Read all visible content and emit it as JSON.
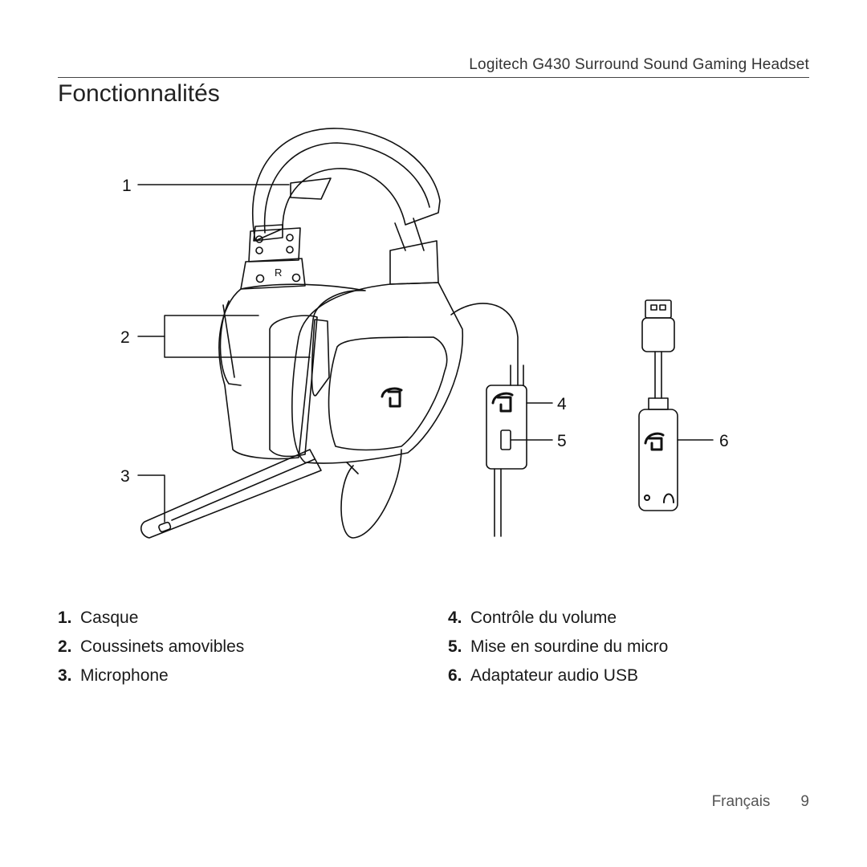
{
  "header": {
    "title": "Logitech G430 Surround Sound Gaming Headset"
  },
  "page_title": "Fonctionnalités",
  "illustration": {
    "callouts": [
      "1",
      "2",
      "3",
      "4",
      "5",
      "6"
    ],
    "earcup_letter": "R"
  },
  "legend": {
    "col1": [
      {
        "num": "1.",
        "label": "Casque"
      },
      {
        "num": "2.",
        "label": "Coussinets amovibles"
      },
      {
        "num": "3.",
        "label": "Microphone"
      }
    ],
    "col2": [
      {
        "num": "4.",
        "label": "Contrôle du volume"
      },
      {
        "num": "5.",
        "label": "Mise en sourdine du micro"
      },
      {
        "num": "6.",
        "label": "Adaptateur audio USB"
      }
    ]
  },
  "footer": {
    "language": "Français",
    "page_number": "9"
  }
}
